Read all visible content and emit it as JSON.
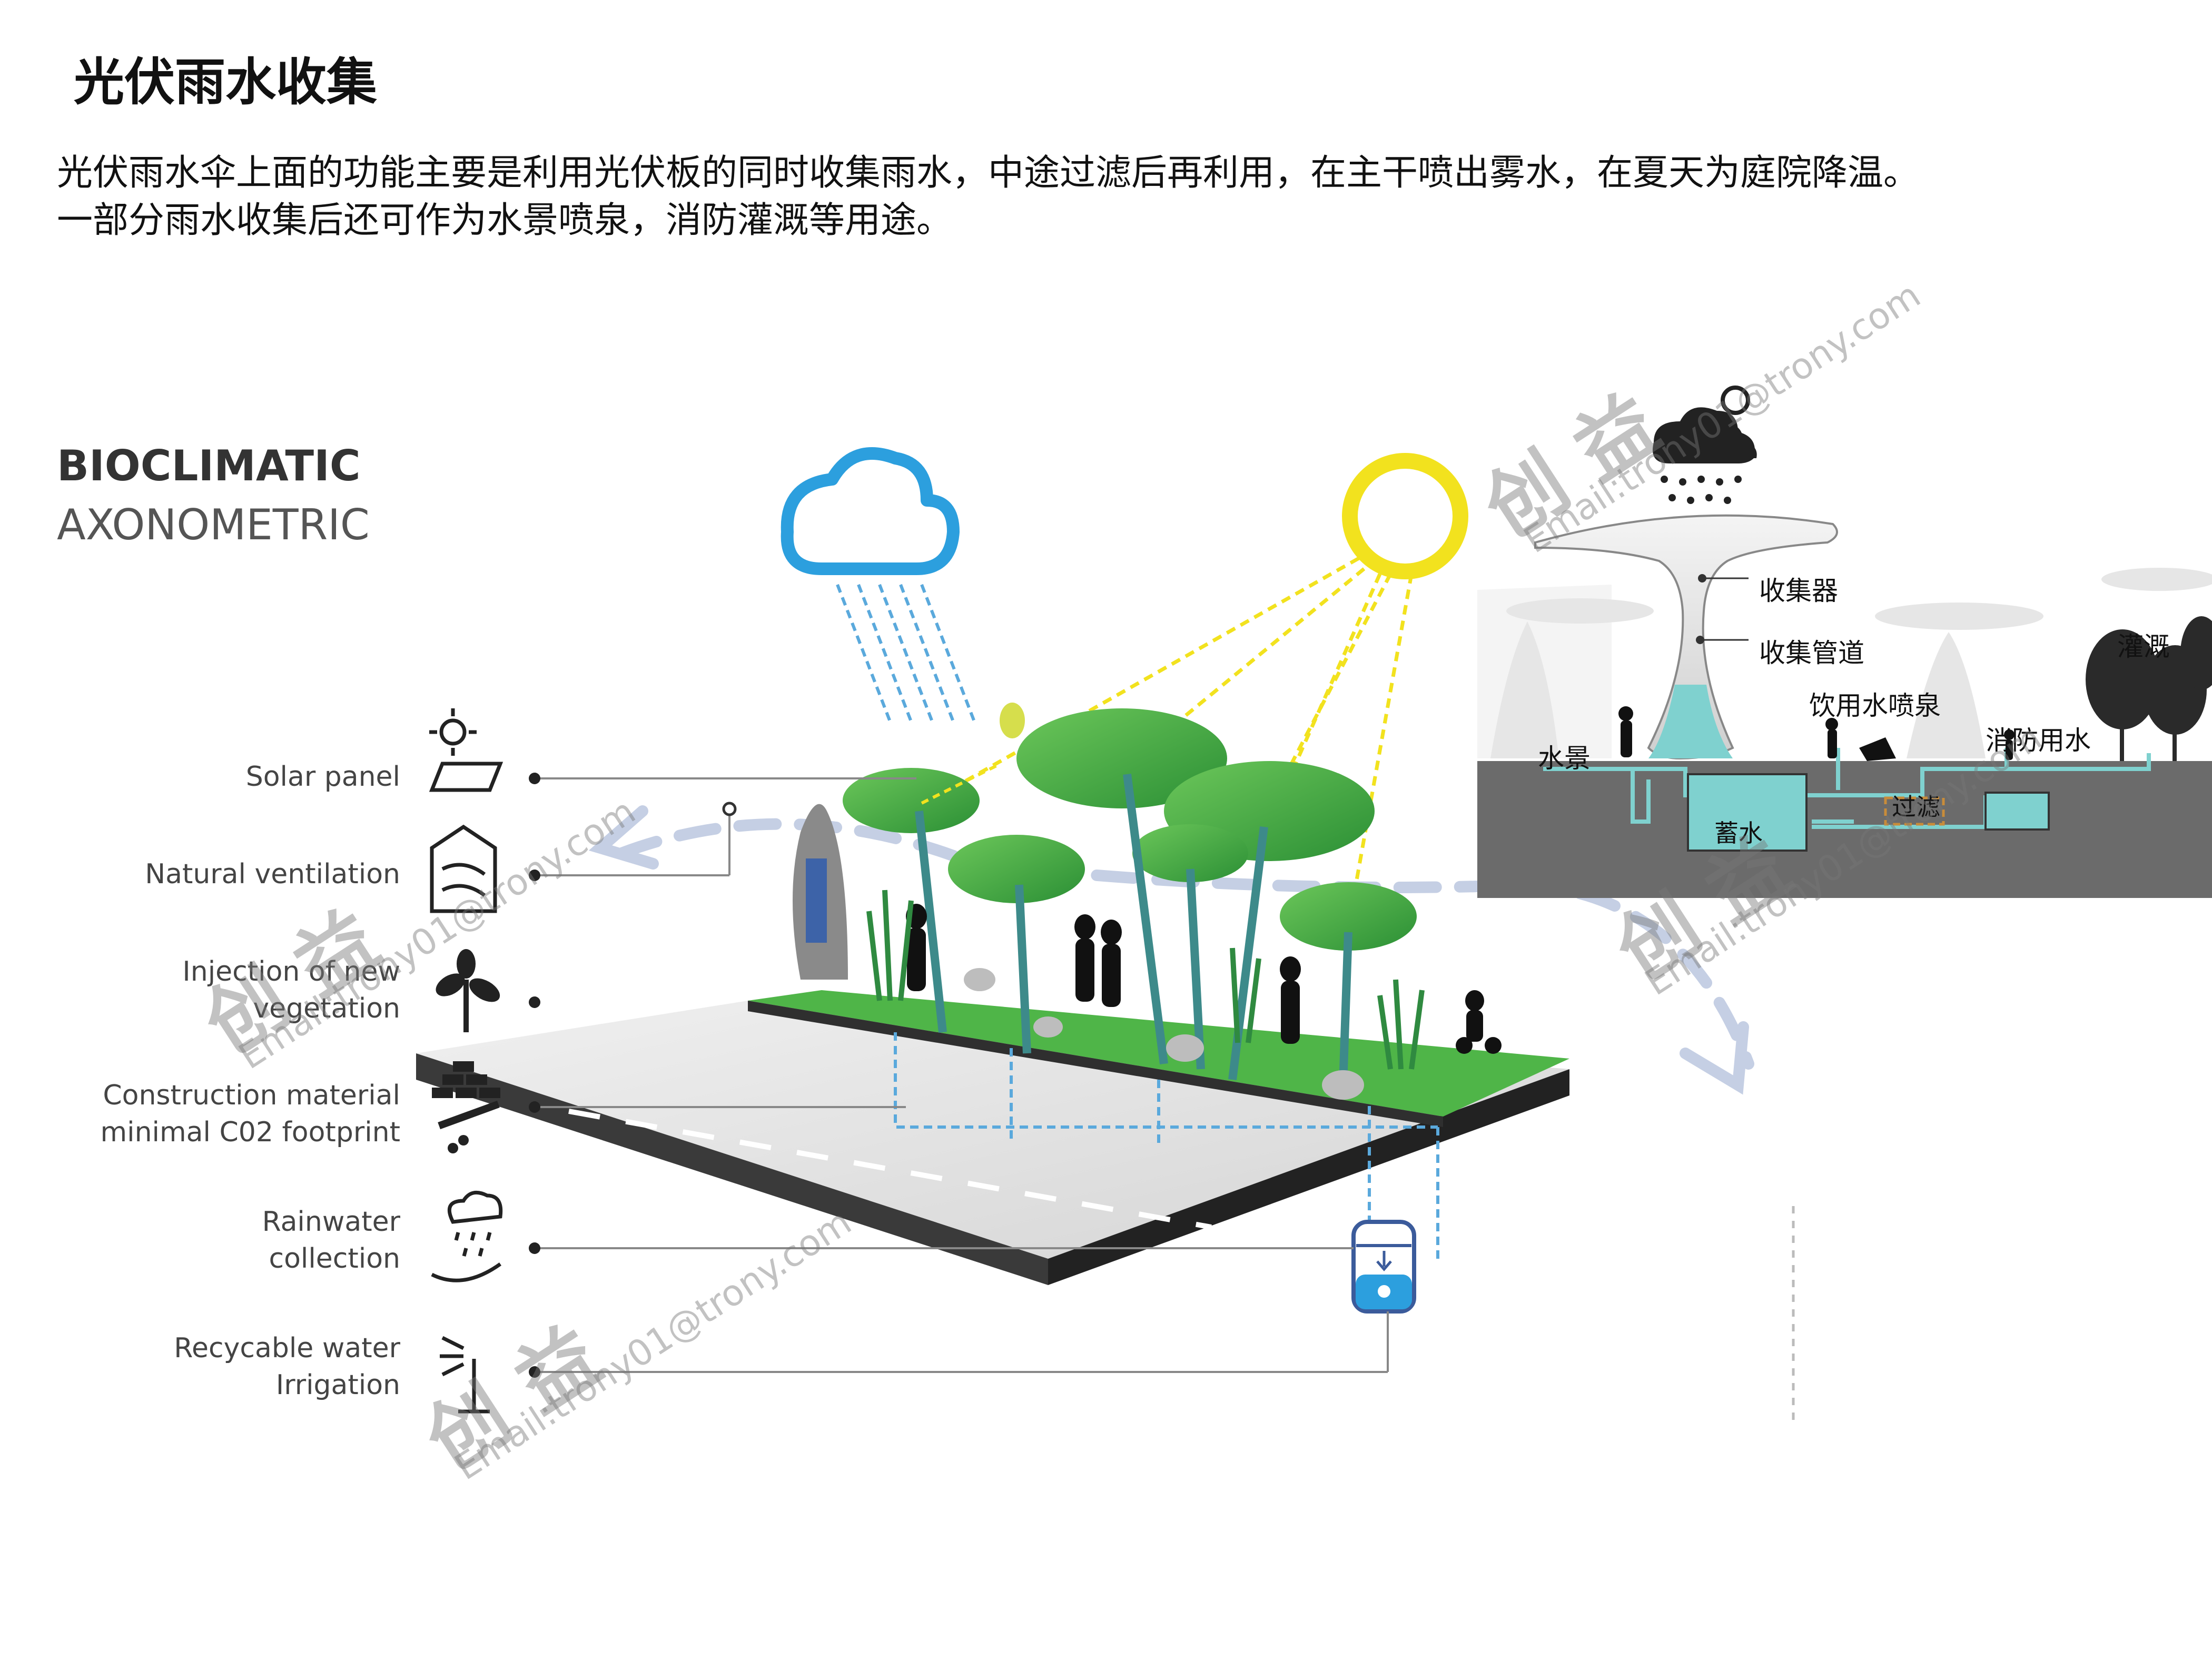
{
  "title": "光伏雨水收集",
  "intro": [
    "光伏雨水伞上面的功能主要是利用光伏板的同时收集雨水，中途过滤后再利用，在主干喷出雾水，在夏天为庭院降温。",
    "一部分雨水收集后还可作为水景喷泉，消防灌溉等用途。"
  ],
  "axo": {
    "title": "BIOCLIMATIC",
    "subtitle": "AXONOMETRIC",
    "legend": [
      {
        "label": "Solar panel",
        "icon": "sun-panel-icon"
      },
      {
        "label": "Natural ventilation",
        "icon": "ventilation-icon"
      },
      {
        "label_1": "Injection of new",
        "label_2": "vegetation",
        "icon": "leaf-icon"
      },
      {
        "label_1": "Construction material",
        "label_2": "minimal C02  footprint",
        "icon": "bricks-icon"
      },
      {
        "label_1": "Rainwater",
        "label_2": "collection",
        "icon": "rain-hand-icon"
      },
      {
        "label_1": "Recycable water",
        "label_2": "Irrigation",
        "icon": "sprinkler-icon"
      }
    ]
  },
  "section": {
    "collector": "收集器",
    "pipe": "收集管道",
    "drinking": "饮用水喷泉",
    "irrigation": "灌溉",
    "water_feature": "水景",
    "fire_water": "消防用水",
    "filter": "过滤",
    "storage": "蓄水"
  },
  "watermark": {
    "brand": "创 益",
    "email": "Email:trony01@trony.com"
  },
  "colors": {
    "rain_blue": "#2c9fde",
    "sun_yellow": "#f2e21e",
    "leaf_green": "#3aaa3f",
    "water_cyan": "#7fd1cf",
    "ground_gray": "#6b6b6b"
  }
}
